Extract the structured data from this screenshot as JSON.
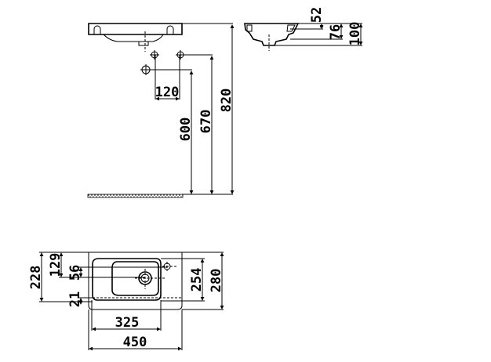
{
  "front_view": {
    "dim_120": "120",
    "dim_600": "600",
    "dim_670": "670",
    "dim_820": "820"
  },
  "side_view": {
    "dim_52": "52",
    "dim_76": "76",
    "dim_100": "100"
  },
  "plan_view": {
    "dim_228": "228",
    "dim_129": "129",
    "dim_56": "56",
    "dim_21": "21",
    "dim_254": "254",
    "dim_280": "280",
    "dim_325": "325",
    "dim_450": "450"
  }
}
